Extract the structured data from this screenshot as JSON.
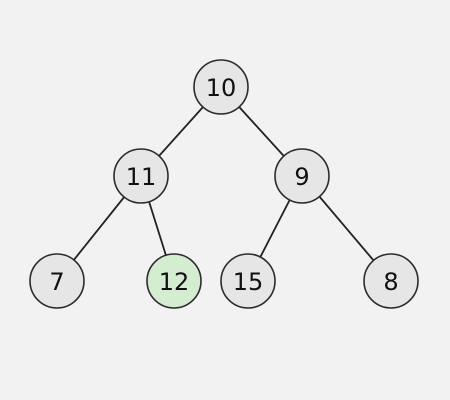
{
  "diagram": {
    "type": "binary-tree",
    "default_fill": "#e6e6e6",
    "default_stroke": "#2b2b2b",
    "highlight_fill": "#d4ecd0",
    "highlight_stroke": "#3f8a38",
    "nodes": [
      {
        "id": "n10",
        "label": "10",
        "highlighted": false
      },
      {
        "id": "n11",
        "label": "11",
        "highlighted": false
      },
      {
        "id": "n9",
        "label": "9",
        "highlighted": false
      },
      {
        "id": "n7",
        "label": "7",
        "highlighted": false
      },
      {
        "id": "n12",
        "label": "12",
        "highlighted": true
      },
      {
        "id": "n15",
        "label": "15",
        "highlighted": false
      },
      {
        "id": "n8",
        "label": "8",
        "highlighted": false
      }
    ],
    "edges": [
      {
        "from": "n10",
        "to": "n11"
      },
      {
        "from": "n10",
        "to": "n9"
      },
      {
        "from": "n11",
        "to": "n7"
      },
      {
        "from": "n11",
        "to": "n12"
      },
      {
        "from": "n9",
        "to": "n15"
      },
      {
        "from": "n9",
        "to": "n8"
      }
    ]
  }
}
